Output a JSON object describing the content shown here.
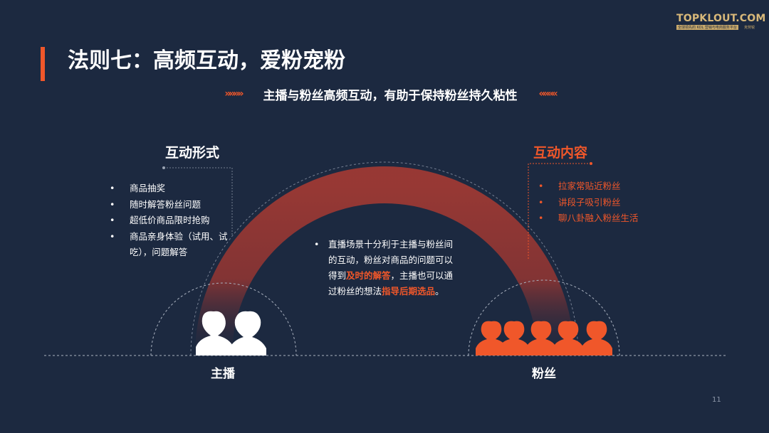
{
  "logo": {
    "text": "TOPKLOUT.COM",
    "sub_left": "全球领先的 KOL 营销与电商服务平台",
    "sub_right": "克劳锐"
  },
  "title": "法则七：高频互动，爱粉宠粉",
  "subtitle": {
    "text": "主播与粉丝高频互动，有助于保持粉丝持久粘性",
    "left_chevrons": "»»»»",
    "right_chevrons": "««««"
  },
  "left_heading": "互动形式",
  "left_items": [
    "商品抽奖",
    "随时解答粉丝问题",
    "超低价商品限时抢购",
    "商品亲身体验（试用、试吃），问题解答"
  ],
  "right_heading": "互动内容",
  "right_items": [
    "拉家常贴近粉丝",
    "讲段子吸引粉丝",
    "聊八卦融入粉丝生活"
  ],
  "center": {
    "bullet": "•",
    "part1": "直播场景十分利于主播与粉丝间的互动，粉丝对商品的问题可以得到",
    "highlight1": "及时的解答",
    "part2": "，主播也可以通过粉丝的想法",
    "highlight2": "指导后期选品",
    "part3": "。"
  },
  "label_host": "主播",
  "label_fans": "粉丝",
  "page_number": "11",
  "colors": {
    "background": "#1c2940",
    "accent": "#f0572a",
    "text": "#ffffff",
    "logo_gold": "#d8b879"
  }
}
